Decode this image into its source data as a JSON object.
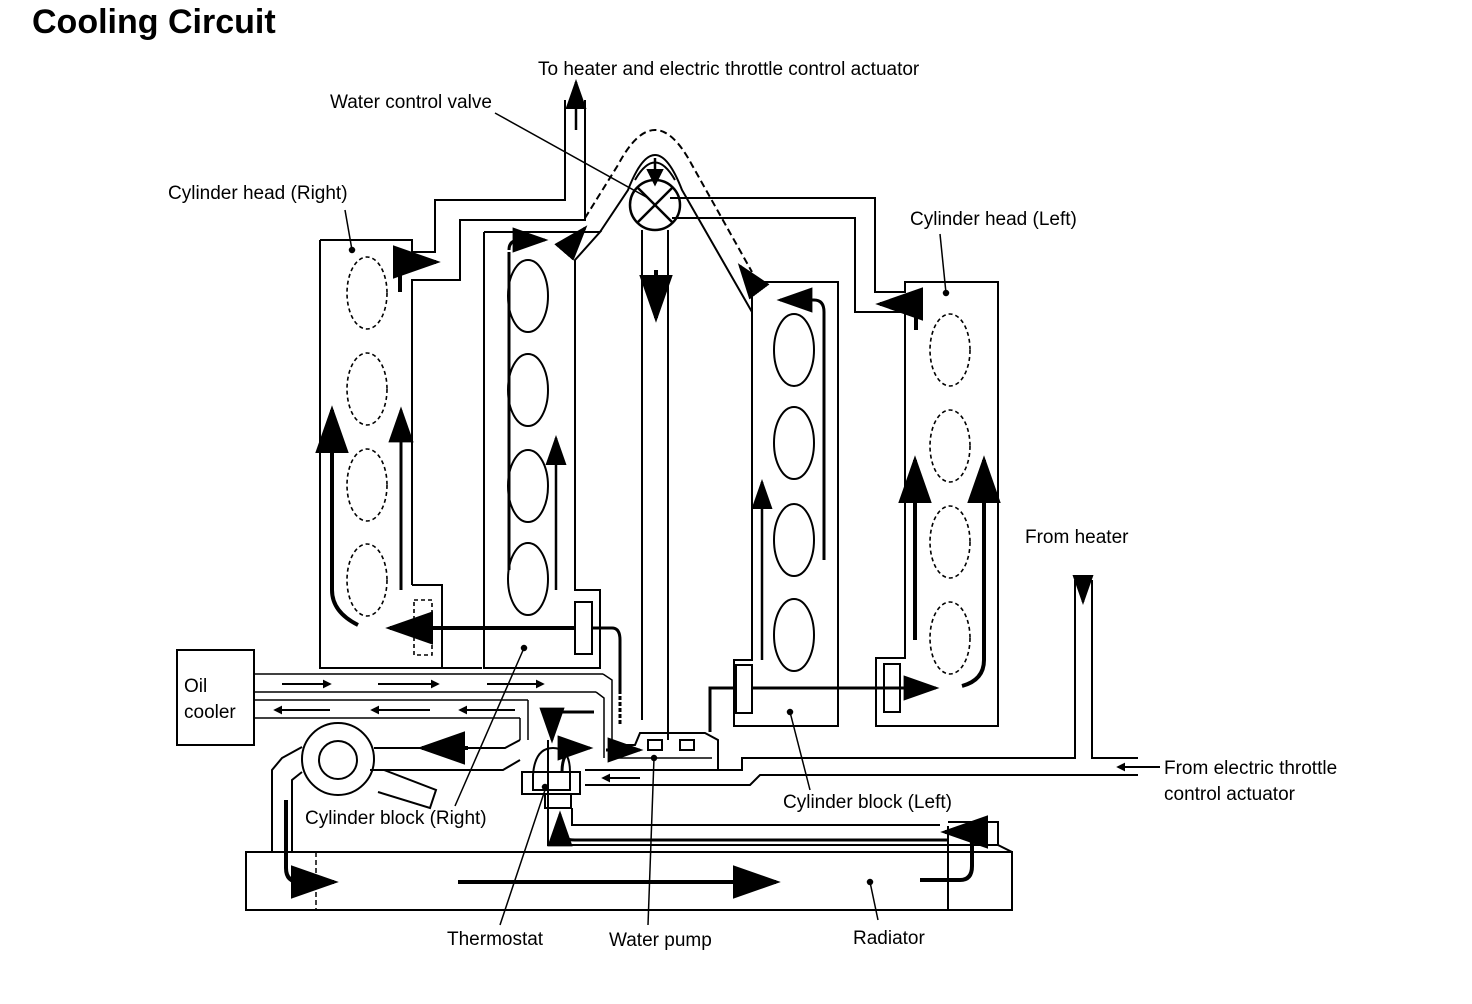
{
  "title": "Cooling Circuit",
  "labels": {
    "to_heater": "To heater and electric throttle control actuator",
    "water_control_valve": "Water control valve",
    "cylinder_head_right": "Cylinder head (Right)",
    "cylinder_head_left": "Cylinder head (Left)",
    "from_heater": "From heater",
    "oil_cooler_line1": "Oil",
    "oil_cooler_line2": "cooler",
    "from_etc_line1": "From electric throttle",
    "from_etc_line2": "control actuator",
    "cylinder_block_right": "Cylinder block (Right)",
    "cylinder_block_left": "Cylinder block (Left)",
    "thermostat": "Thermostat",
    "water_pump": "Water pump",
    "radiator": "Radiator"
  }
}
